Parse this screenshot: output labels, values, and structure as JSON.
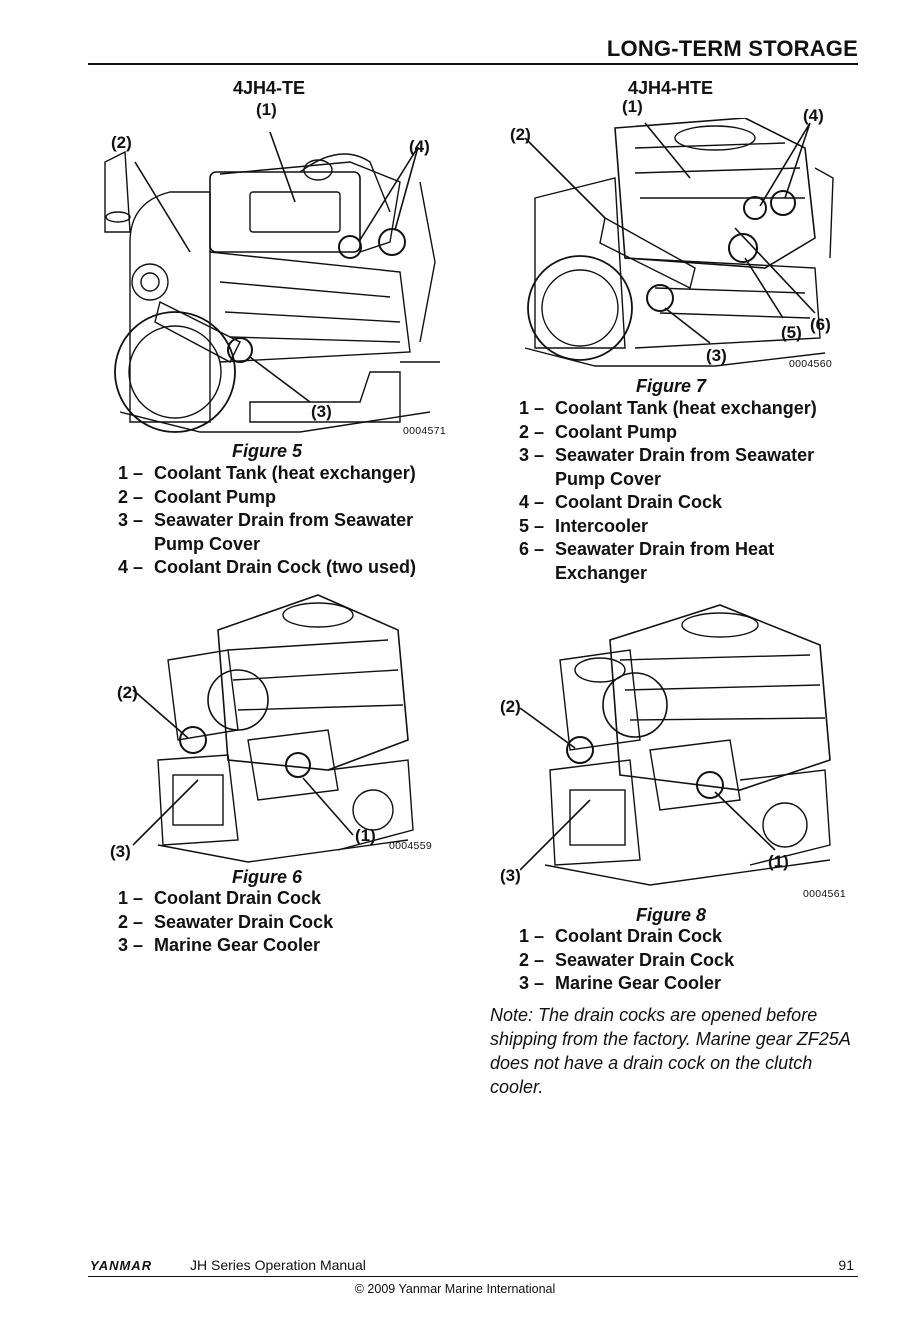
{
  "header": {
    "section_title": "LONG-TERM STORAGE"
  },
  "figures": [
    {
      "model": "4JH4-TE",
      "callouts": [
        "(1)",
        "(2)",
        "(3)",
        "(4)"
      ],
      "part_number": "0004571",
      "caption": "Figure 5",
      "legend": [
        {
          "num": "1 –",
          "text": "Coolant Tank (heat exchanger)"
        },
        {
          "num": "2 –",
          "text": "Coolant Pump"
        },
        {
          "num": "3 –",
          "text": "Seawater Drain from Seawater Pump Cover"
        },
        {
          "num": "4 –",
          "text": "Coolant Drain Cock (two used)"
        }
      ]
    },
    {
      "model": "4JH4-HTE",
      "callouts": [
        "(1)",
        "(2)",
        "(3)",
        "(4)",
        "(5)",
        "(6)"
      ],
      "part_number": "0004560",
      "caption": "Figure 7",
      "legend": [
        {
          "num": "1 –",
          "text": "Coolant Tank (heat exchanger)"
        },
        {
          "num": "2 –",
          "text": "Coolant Pump"
        },
        {
          "num": "3 –",
          "text": "Seawater Drain from Seawater Pump Cover"
        },
        {
          "num": "4 –",
          "text": "Coolant Drain Cock"
        },
        {
          "num": "5 –",
          "text": "Intercooler"
        },
        {
          "num": "6 –",
          "text": "Seawater Drain from Heat Exchanger"
        }
      ]
    },
    {
      "callouts": [
        "(1)",
        "(2)",
        "(3)"
      ],
      "part_number": "0004559",
      "caption": "Figure 6",
      "legend": [
        {
          "num": "1 –",
          "text": "Coolant Drain Cock"
        },
        {
          "num": "2 –",
          "text": "Seawater Drain Cock"
        },
        {
          "num": "3 –",
          "text": "Marine Gear Cooler"
        }
      ]
    },
    {
      "callouts": [
        "(1)",
        "(2)",
        "(3)"
      ],
      "part_number": "0004561",
      "caption": "Figure 8",
      "legend": [
        {
          "num": "1 –",
          "text": "Coolant Drain Cock"
        },
        {
          "num": "2 –",
          "text": "Seawater Drain Cock"
        },
        {
          "num": "3 –",
          "text": "Marine Gear Cooler"
        }
      ]
    }
  ],
  "note": "Note:  The drain cocks are opened before shipping from the factory. Marine gear ZF25A does not have a drain cock on the clutch cooler.",
  "footer": {
    "logo": "YANMAR",
    "manual_title": "JH Series Operation Manual",
    "page_number": "91",
    "copyright": "© 2009 Yanmar Marine International"
  }
}
